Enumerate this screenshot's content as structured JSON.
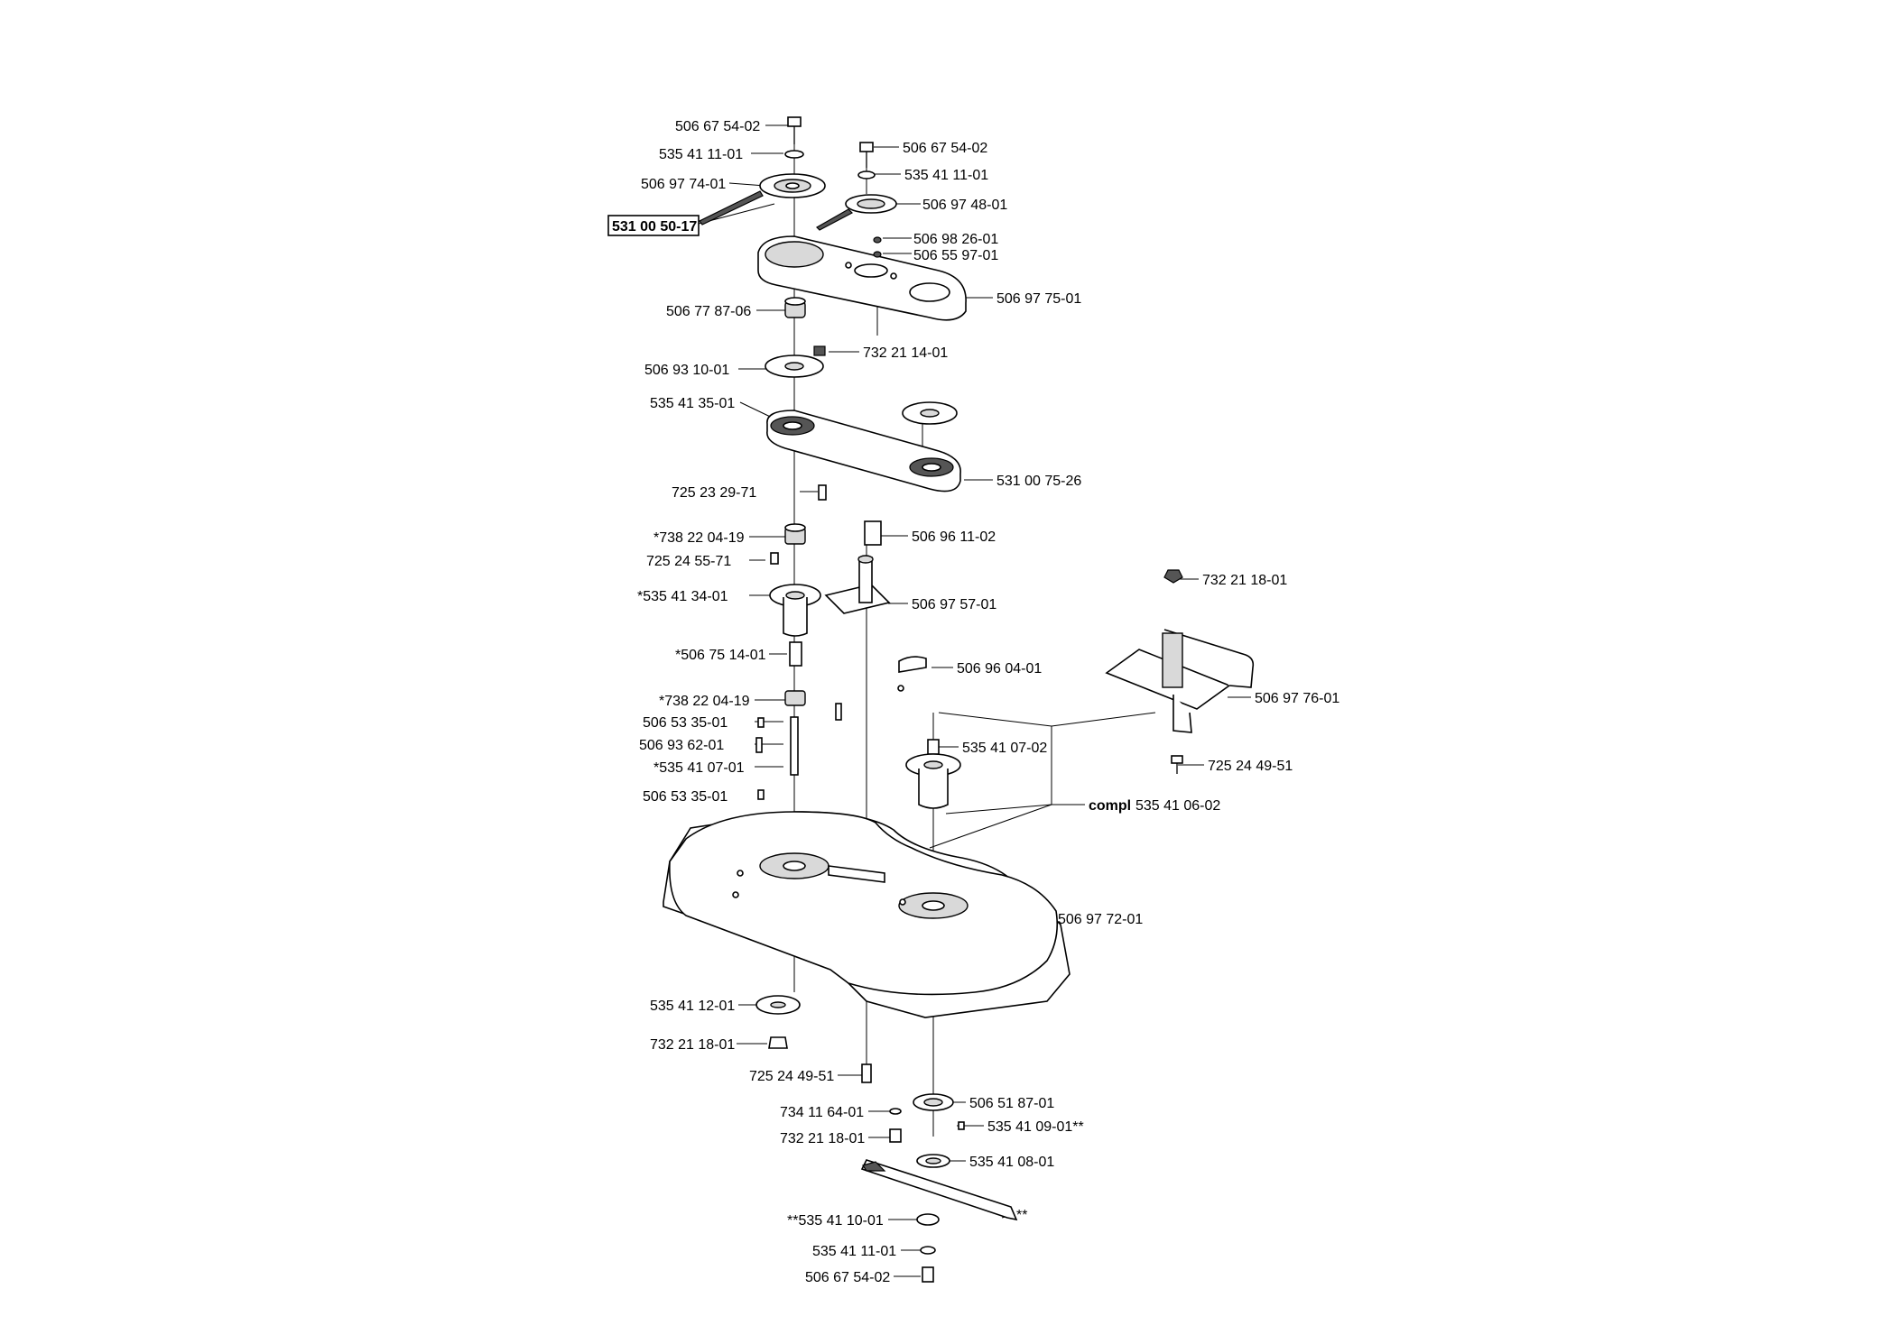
{
  "labels": [
    "506 67 54-02",
    "535 41 11-01",
    "506 97 74-01",
    "531 00 50-17",
    "506 67 54-02",
    "535 41 11-01",
    "506 97 48-01",
    "506 98 26-01",
    "506 55 97-01",
    "506 97 75-01",
    "506 77 87-06",
    "732 21 14-01",
    "506 93 10-01",
    "535 41 35-01",
    "531 00 75-26",
    "725 23 29-71",
    "*738 22 04-19",
    "506 96 11-02",
    "725 24 55-71",
    "*535 41 34-01",
    "506 97 57-01",
    "732 21 18-01",
    "*506 75 14-01",
    "506 96 04-01",
    "506 97 76-01",
    "*738 22 04-19",
    "506 53 35-01",
    "506 93 62-01",
    "535 41 07-02",
    "725 24 49-51",
    "*535 41 07-01",
    "compl",
    "535 41 06-02",
    "506 53 35-01",
    "506 97 72-01",
    "535 41 12-01",
    "732 21 18-01",
    "725 24 49-51",
    "506 51 87-01",
    "734 11 64-01",
    "535 41 09-01**",
    "732 21 18-01",
    "535 41 08-01",
    "**535 41 10-01",
    "**",
    "535 41 11-01",
    "506 67 54-02"
  ]
}
